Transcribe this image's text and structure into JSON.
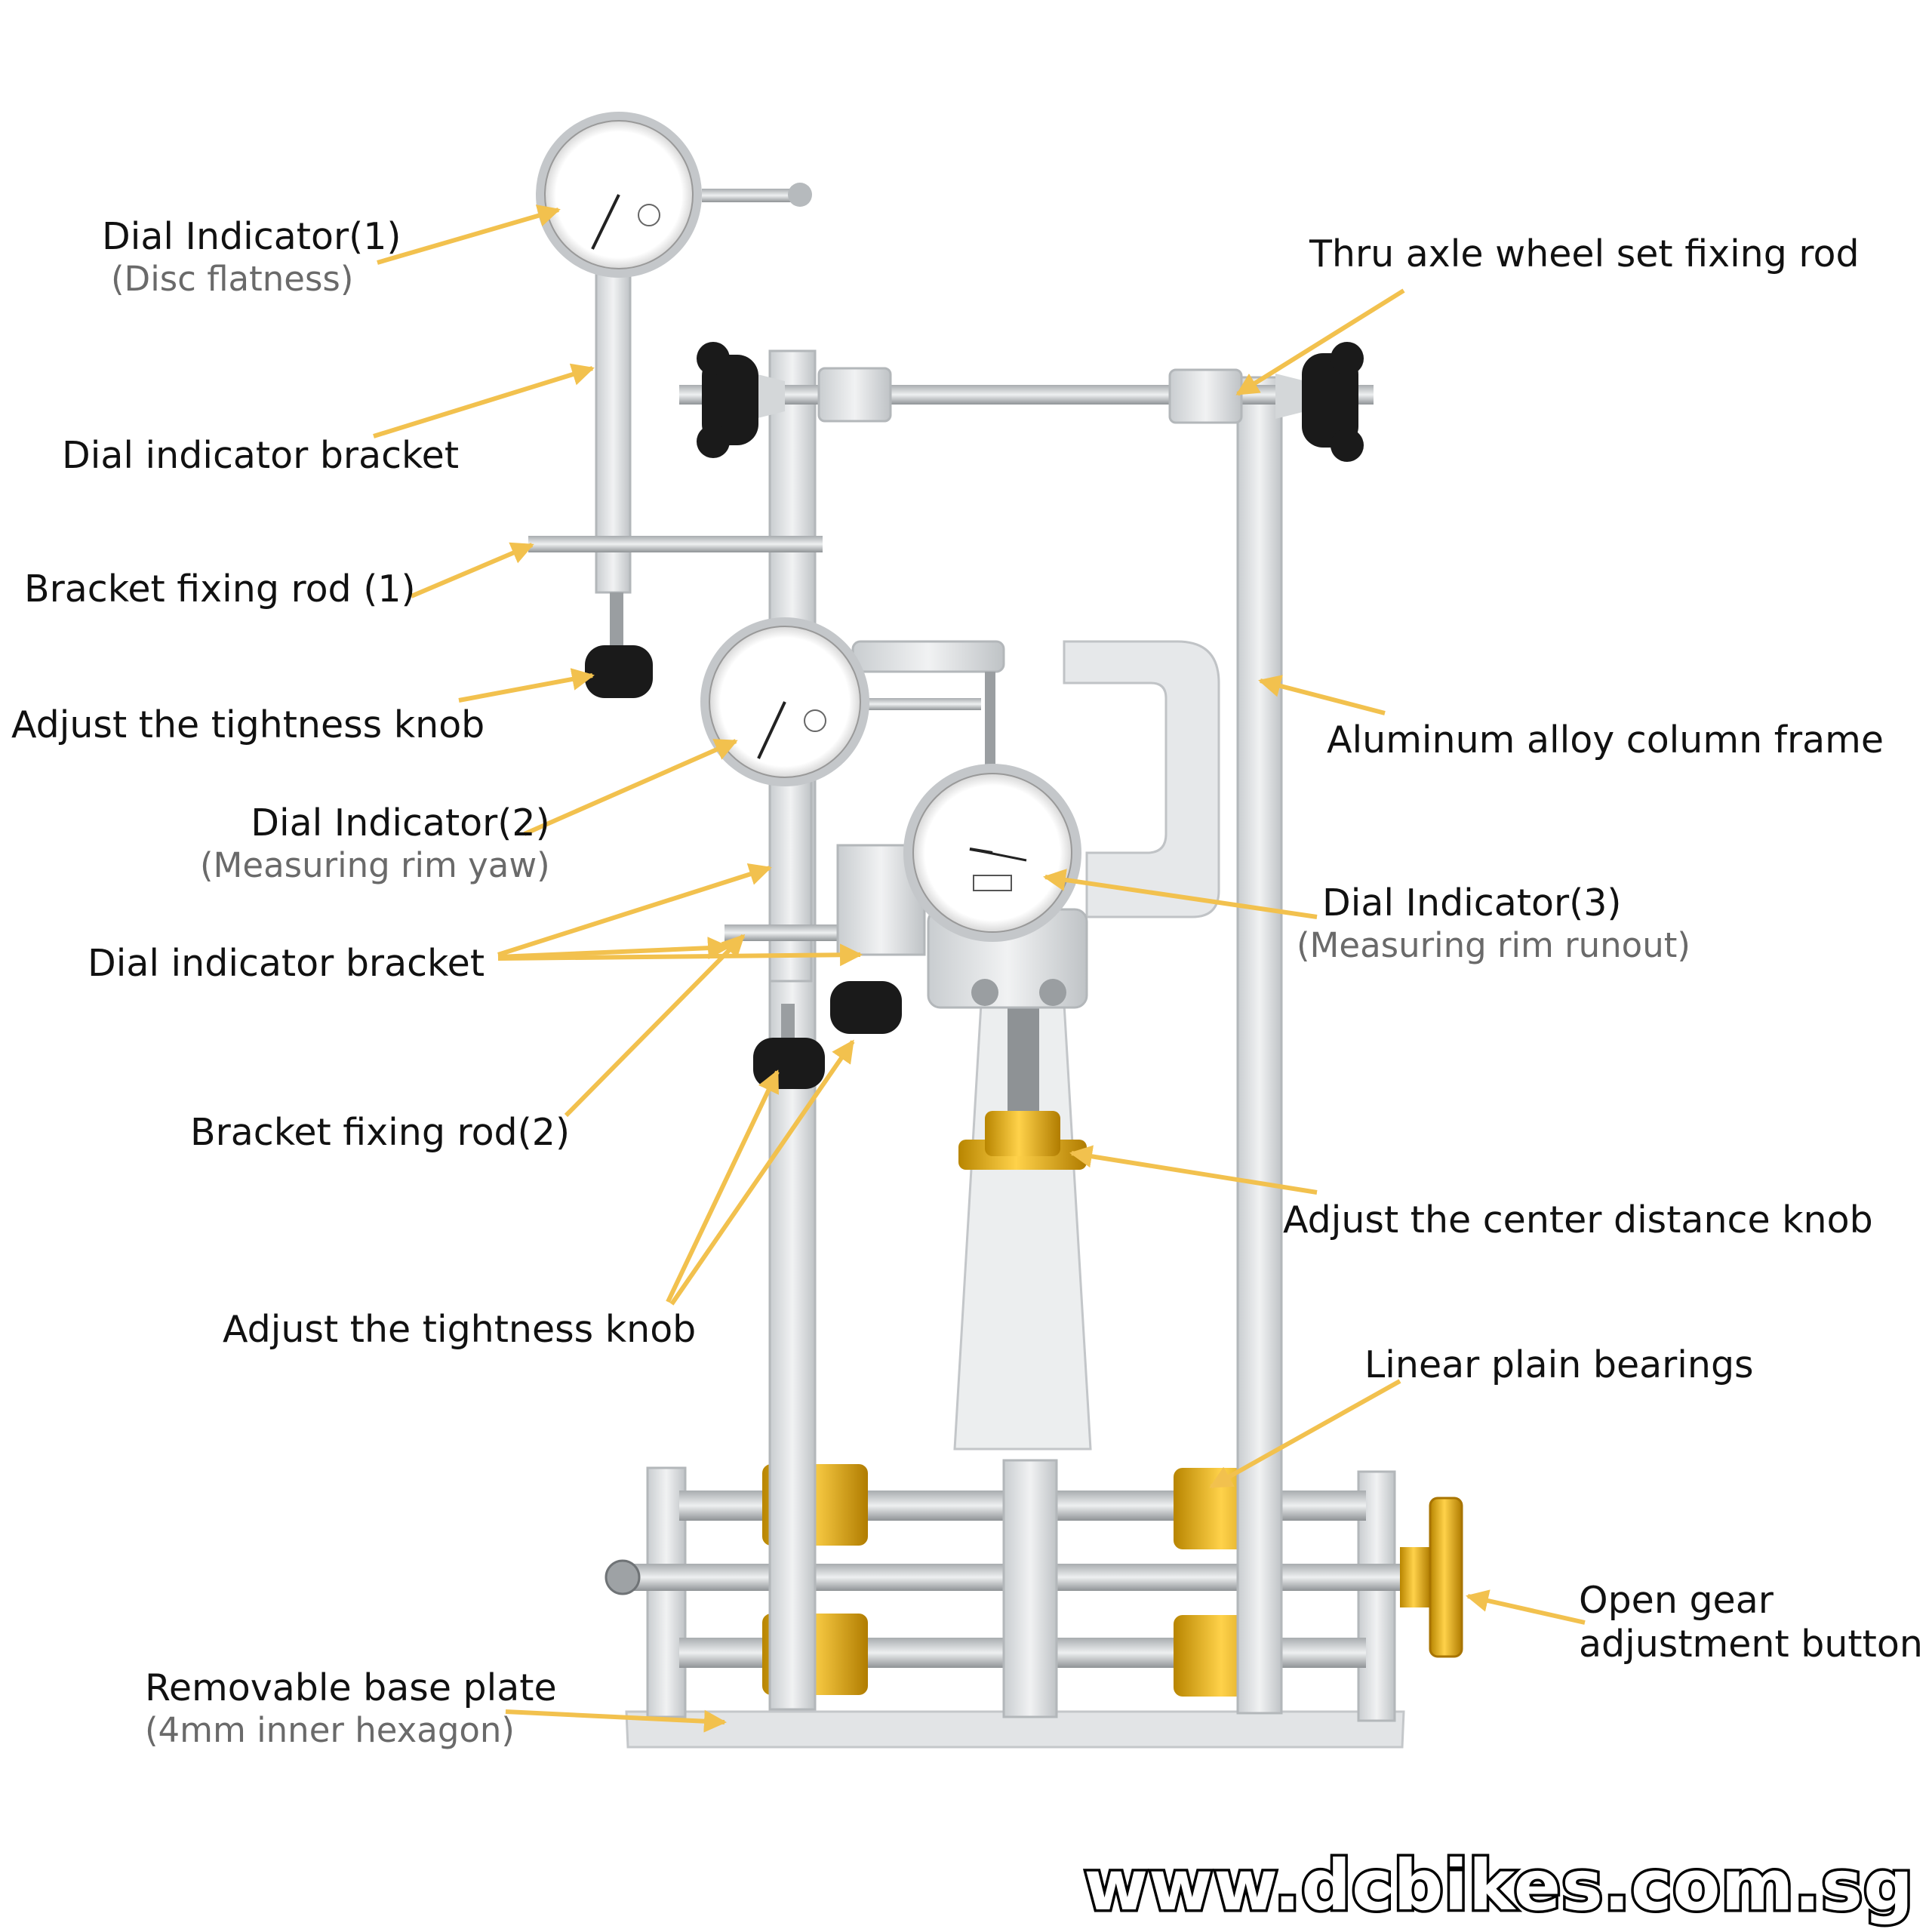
{
  "labels": {
    "dial_indicator_1": {
      "title": "Dial Indicator(1)",
      "sub": "(Disc flatness)"
    },
    "dial_indicator_bracket_top": "Dial indicator bracket",
    "bracket_fixing_rod_1": "Bracket fixing rod (1)",
    "adjust_knob_top": "Adjust the tightness knob",
    "dial_indicator_2": {
      "title": "Dial Indicator(2)",
      "sub": "(Measuring rim yaw)"
    },
    "dial_indicator_bracket_mid": "Dial indicator bracket",
    "bracket_fixing_rod_2": "Bracket fixing rod(2)",
    "adjust_knob_bottom": "Adjust the tightness knob",
    "removable_base_plate": {
      "title": "Removable base plate",
      "sub": "(4mm inner hexagon)"
    },
    "thru_axle_rod": "Thru axle wheel set fixing rod",
    "column_frame": "Aluminum alloy column frame",
    "dial_indicator_3": {
      "title": "Dial Indicator(3)",
      "sub": "(Measuring rim runout)"
    },
    "center_distance_knob": "Adjust the center distance knob",
    "linear_bearings": "Linear plain bearings",
    "open_gear_button": {
      "line1": "Open gear",
      "line2": "adjustment button"
    }
  },
  "watermark": "www.dcbikes.com.sg",
  "colors": {
    "arrow": "#F2C14E",
    "aluminum": "#D9DCDE",
    "gold": "#E0A800",
    "knob": "#1A1A1A"
  }
}
